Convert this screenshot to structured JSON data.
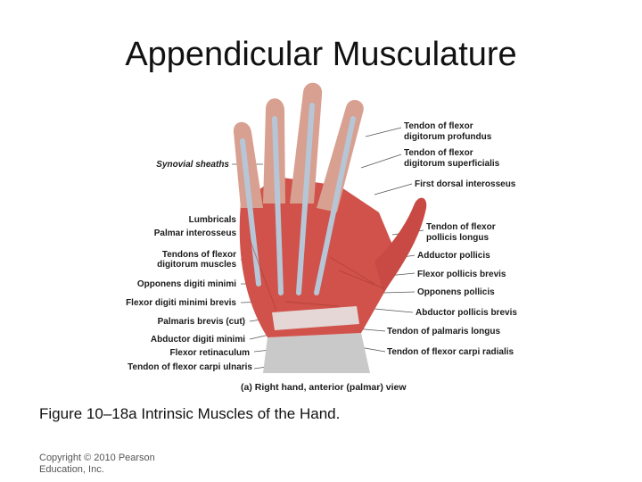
{
  "title": "Appendicular Musculature",
  "figure": {
    "view_caption": "(a) Right hand, anterior (palmar) view",
    "left_labels": [
      "Synovial sheaths",
      "Lumbricals",
      "Palmar interosseus",
      "Tendons of flexor",
      "digitorum muscles",
      "Opponens digiti minimi",
      "Flexor digiti minimi brevis",
      "Palmaris brevis (cut)",
      "Abductor digiti minimi",
      "Flexor retinaculum",
      "Tendon of flexor carpi ulnaris"
    ],
    "right_labels": [
      "Tendon of flexor",
      "digitorum profundus",
      "Tendon of flexor",
      "digitorum superficialis",
      "First dorsal interosseus",
      "Tendon of flexor",
      "pollicis longus",
      "Adductor pollicis",
      "Flexor pollicis brevis",
      "Opponens pollicis",
      "Abductor pollicis brevis",
      "Tendon of palmaris longus",
      "Tendon of flexor carpi radialis"
    ]
  },
  "caption": "Figure 10–18a Intrinsic Muscles of the Hand.",
  "copyright": "Copyright © 2010 Pearson Education, Inc."
}
